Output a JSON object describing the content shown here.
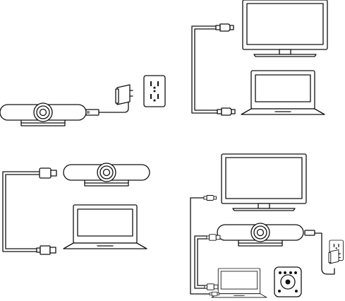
{
  "panels": [
    {
      "id": "power",
      "components": [
        "conference-camera",
        "power-adapter",
        "wall-outlet"
      ]
    },
    {
      "id": "display",
      "components": [
        "monitor",
        "laptop",
        "hdmi-cable"
      ]
    },
    {
      "id": "usb",
      "components": [
        "conference-camera",
        "laptop",
        "usb-cable"
      ]
    },
    {
      "id": "full-setup",
      "components": [
        "monitor",
        "conference-camera",
        "laptop",
        "remote-control",
        "power-adapter",
        "wall-outlet"
      ]
    }
  ],
  "colors": {
    "line": "#111111",
    "fill": "#ffffff",
    "accent": "#8a8a8a"
  }
}
